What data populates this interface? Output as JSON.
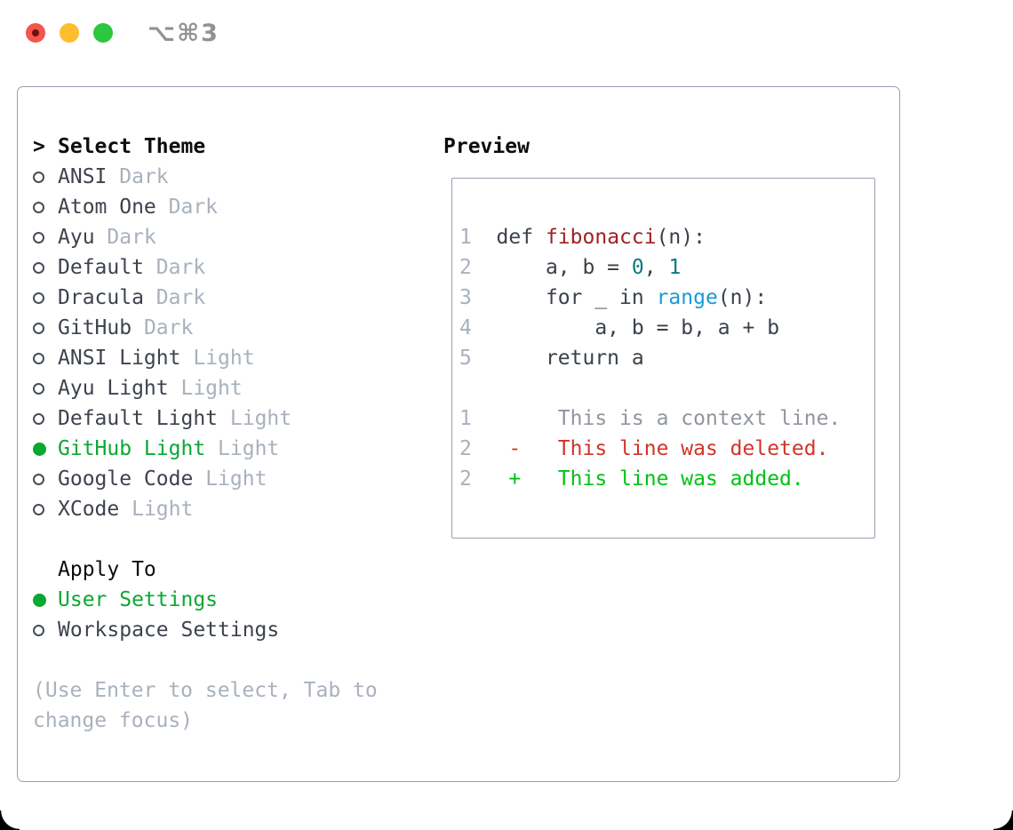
{
  "window": {
    "title": "⌥⌘3",
    "buttons": [
      {
        "name": "close",
        "color": "#f4564d"
      },
      {
        "name": "minimize",
        "color": "#fcbd2f"
      },
      {
        "name": "zoom",
        "color": "#2bc73f"
      }
    ]
  },
  "theme_selector": {
    "header": {
      "prompt": ">",
      "label": "Select Theme"
    },
    "items": [
      {
        "name": "ANSI",
        "tag": "Dark",
        "selected": false
      },
      {
        "name": "Atom One",
        "tag": "Dark",
        "selected": false
      },
      {
        "name": "Ayu",
        "tag": "Dark",
        "selected": false
      },
      {
        "name": "Default",
        "tag": "Dark",
        "selected": false
      },
      {
        "name": "Dracula",
        "tag": "Dark",
        "selected": false
      },
      {
        "name": "GitHub",
        "tag": "Dark",
        "selected": false
      },
      {
        "name": "ANSI Light",
        "tag": "Light",
        "selected": false
      },
      {
        "name": "Ayu Light",
        "tag": "Light",
        "selected": false
      },
      {
        "name": "Default Light",
        "tag": "Light",
        "selected": false
      },
      {
        "name": "GitHub Light",
        "tag": "Light",
        "selected": true
      },
      {
        "name": "Google Code",
        "tag": "Light",
        "selected": false
      },
      {
        "name": "XCode",
        "tag": "Light",
        "selected": false
      }
    ],
    "apply_to": {
      "label": "Apply To",
      "options": [
        {
          "name": "User Settings",
          "selected": true
        },
        {
          "name": "Workspace Settings",
          "selected": false
        }
      ]
    },
    "hint": "(Use Enter to select, Tab to change focus)"
  },
  "preview": {
    "label": "Preview",
    "lines": [
      {
        "segments": [
          {
            "t": "1",
            "s": "num"
          },
          {
            "t": "  def ",
            "s": "plain"
          },
          {
            "t": "fibonacci",
            "s": "func"
          },
          {
            "t": "(n):",
            "s": "plain"
          }
        ]
      },
      {
        "segments": [
          {
            "t": "2",
            "s": "num"
          },
          {
            "t": "      a, b = ",
            "s": "plain"
          },
          {
            "t": "0",
            "s": "number"
          },
          {
            "t": ", ",
            "s": "plain"
          },
          {
            "t": "1",
            "s": "number"
          }
        ]
      },
      {
        "segments": [
          {
            "t": "3",
            "s": "num"
          },
          {
            "t": "      for _ in ",
            "s": "plain"
          },
          {
            "t": "range",
            "s": "builtin"
          },
          {
            "t": "(n):",
            "s": "plain"
          }
        ]
      },
      {
        "segments": [
          {
            "t": "4",
            "s": "num"
          },
          {
            "t": "          a, b = b, a + b",
            "s": "plain"
          }
        ]
      },
      {
        "segments": [
          {
            "t": "5",
            "s": "num"
          },
          {
            "t": "      return a",
            "s": "plain"
          }
        ]
      },
      {
        "segments": []
      },
      {
        "segments": [
          {
            "t": "1",
            "s": "num"
          },
          {
            "t": "       ",
            "s": "plain"
          },
          {
            "t": "This is a context line.",
            "s": "context"
          }
        ]
      },
      {
        "segments": [
          {
            "t": "2",
            "s": "num"
          },
          {
            "t": "   ",
            "s": "plain"
          },
          {
            "t": "-   This line was deleted.",
            "s": "deleted"
          }
        ]
      },
      {
        "segments": [
          {
            "t": "2",
            "s": "num"
          },
          {
            "t": "   ",
            "s": "plain"
          },
          {
            "t": "+   This line was added.",
            "s": "added"
          }
        ]
      }
    ]
  },
  "colors": {
    "accent_green": "#0aa832",
    "diff_added": "#00c214",
    "diff_deleted": "#d13428",
    "syntax_function": "#a02024",
    "syntax_number": "#0b7a80",
    "syntax_builtin": "#189ad6",
    "code_text": "#3a414a",
    "muted_gray": "#a8b1bc",
    "context_gray": "#8f969e",
    "panel_border": "#98a1ae",
    "traffic_red": "#f4564d",
    "traffic_yellow": "#fcbd2f",
    "traffic_green": "#2bc73f"
  }
}
